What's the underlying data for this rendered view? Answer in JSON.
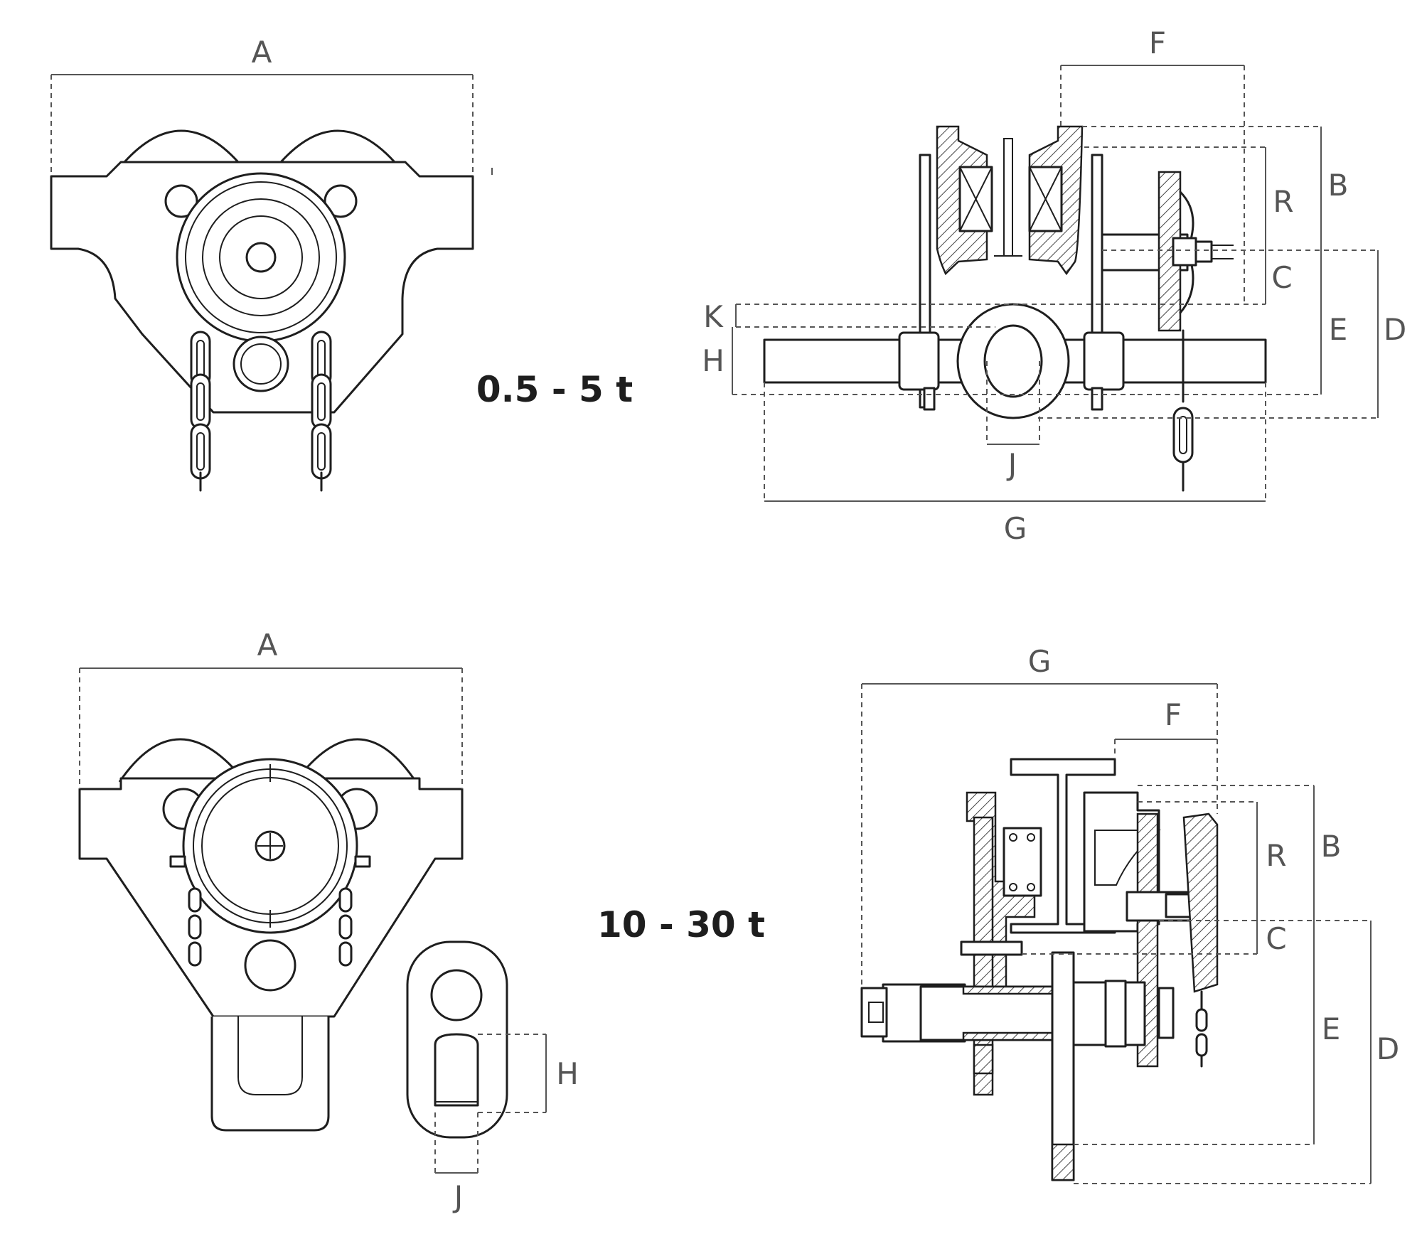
{
  "variants": [
    {
      "capacity": "0.5 - 5 t",
      "front_labels": {
        "a": "A"
      },
      "side_labels": {
        "b": "B",
        "c": "C",
        "d": "D",
        "e": "E",
        "f": "F",
        "g": "G",
        "h": "H",
        "j": "J",
        "k": "K",
        "r": "R"
      }
    },
    {
      "capacity": "10 - 30 t",
      "front_labels": {
        "a": "A",
        "h": "H",
        "j": "J"
      },
      "side_labels": {
        "b": "B",
        "c": "C",
        "d": "D",
        "e": "E",
        "f": "F",
        "g": "G",
        "r": "R"
      }
    }
  ]
}
